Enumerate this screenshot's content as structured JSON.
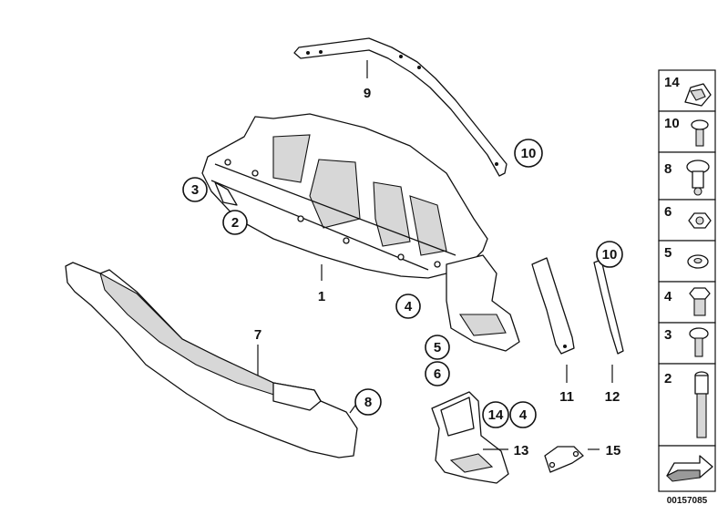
{
  "callouts": {
    "c10a": "10",
    "c3": "3",
    "c2": "2",
    "c4a": "4",
    "c5": "5",
    "c6": "6",
    "c8": "8",
    "c10b": "10",
    "c14": "14",
    "c4b": "4"
  },
  "labels": {
    "l9": "9",
    "l1": "1",
    "l7": "7",
    "l11": "11",
    "l12": "12",
    "l13": "13",
    "l15": "15"
  },
  "legend": [
    "14",
    "10",
    "8",
    "6",
    "5",
    "4",
    "3",
    "2"
  ],
  "document_number": "00157085"
}
